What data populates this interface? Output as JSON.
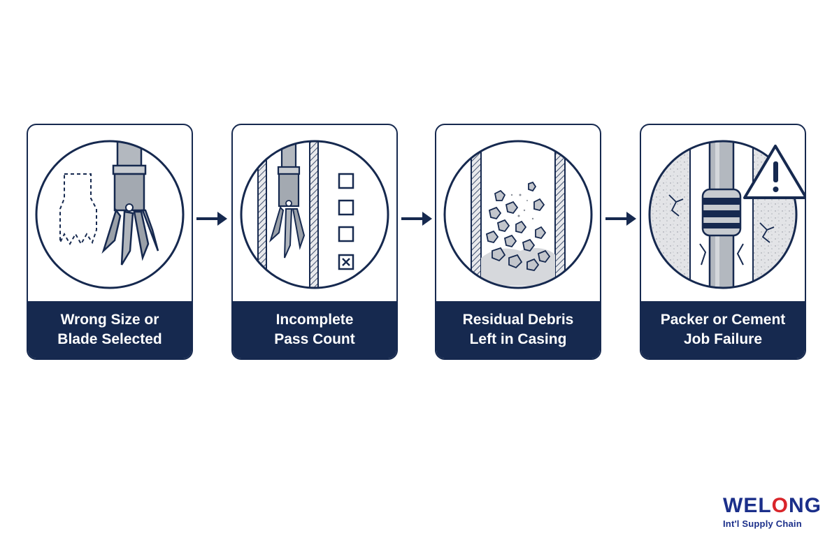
{
  "steps": [
    {
      "line1": "Wrong Size or",
      "line2": "Blade Selected",
      "icon": "mill-blade-icon"
    },
    {
      "line1": "Incomplete",
      "line2": "Pass Count",
      "icon": "checklist-pass-icon"
    },
    {
      "line1": "Residual Debris",
      "line2": "Left in Casing",
      "icon": "debris-casing-icon"
    },
    {
      "line1": "Packer or Cement",
      "line2": "Job Failure",
      "icon": "packer-warning-icon"
    }
  ],
  "brand": {
    "name_part1": "WEL",
    "name_part2": "O",
    "name_part3": "NG",
    "tagline": "Int'l Supply Chain"
  },
  "colors": {
    "navy": "#16294f",
    "steel": "#9aa0a8",
    "brand_blue": "#1b2f8a",
    "brand_red": "#d9252a"
  }
}
